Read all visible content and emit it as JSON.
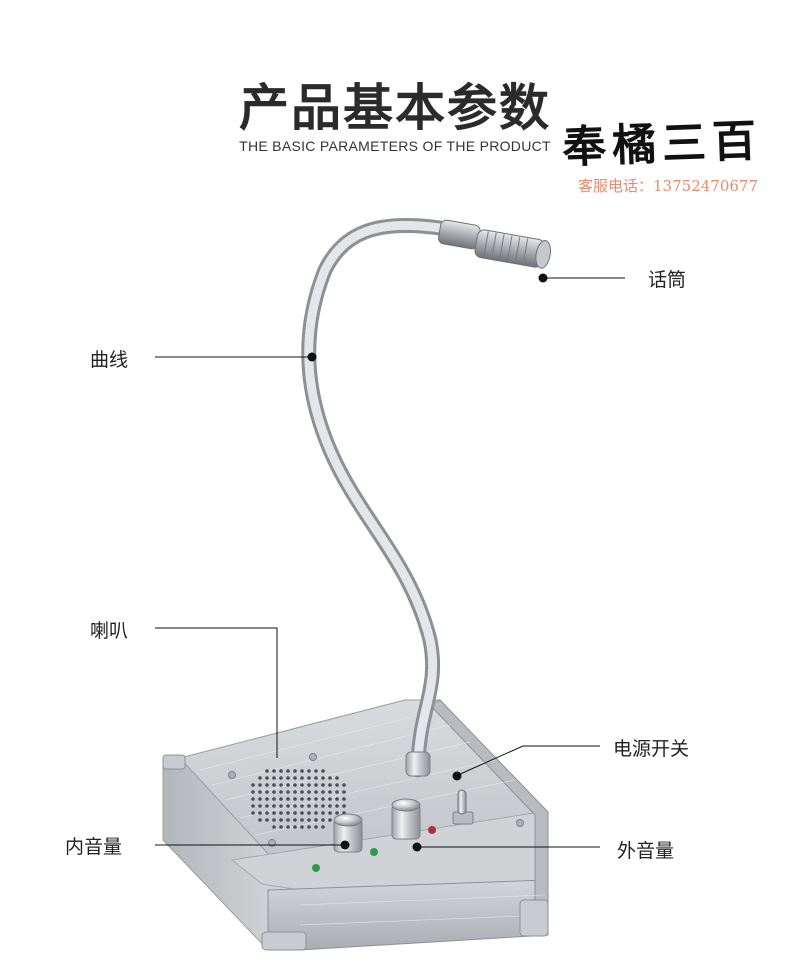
{
  "header": {
    "title": "产品基本参数",
    "subtitle": "THE BASIC PARAMETERS OF THE PRODUCT"
  },
  "watermark": {
    "brand": "奉橘三百",
    "phone_label": "客服电话：",
    "phone_number": "13752470677"
  },
  "callouts": {
    "microphone": "话筒",
    "gooseneck": "曲线",
    "speaker": "喇叭",
    "power_switch": "电源开关",
    "inner_volume": "内音量",
    "outer_volume": "外音量"
  },
  "colors": {
    "accent_phone": "#e98a6a",
    "metal": "#c9ccd0",
    "leader_line": "#111111"
  }
}
